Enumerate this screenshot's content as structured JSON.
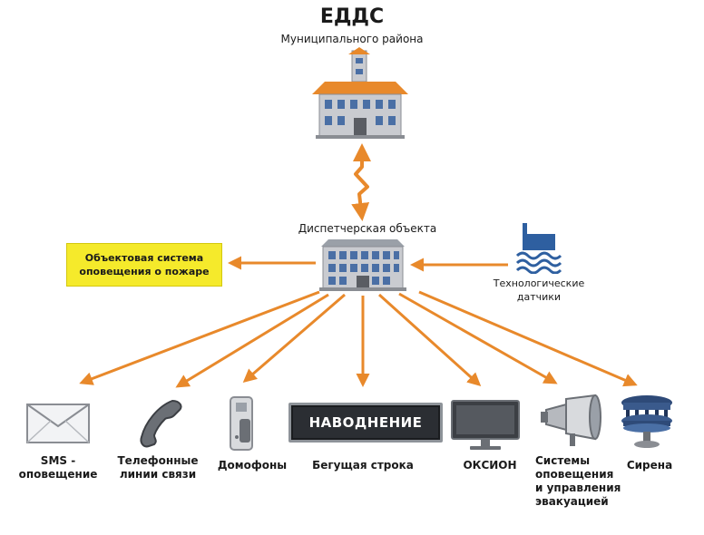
{
  "header": {
    "title": "ЕДДС",
    "subtitle": "Муниципального района"
  },
  "dispatch": {
    "label": "Диспетчерская объекта"
  },
  "fire_system": {
    "label": "Объектовая система\nоповещения о пожаре",
    "color": "#f5ea2b"
  },
  "sensors": {
    "label": "Технологические\nдатчики",
    "icon": "water-sensor-icon"
  },
  "devices": [
    {
      "label": "SMS -\nоповещение",
      "icon": "envelope-icon"
    },
    {
      "label": "Телефонные\nлинии связи",
      "icon": "phone-handset-icon"
    },
    {
      "label": "Домофоны",
      "icon": "intercom-icon"
    },
    {
      "label": "Бегущая строка",
      "icon": "ticker-display-icon",
      "display_text": "НАВОДНЕНИЕ"
    },
    {
      "label": "ОКСИОН",
      "icon": "monitor-icon"
    },
    {
      "label": "Системы\nоповещения\nи управления\nэвакуацией",
      "icon": "loudspeaker-icon"
    },
    {
      "label": "Сирена",
      "icon": "siren-icon"
    }
  ],
  "colors": {
    "arrow": "#e8892b",
    "roof": "#e8892b",
    "building_wall": "#c9cbd0",
    "text": "#1a1a1a"
  }
}
